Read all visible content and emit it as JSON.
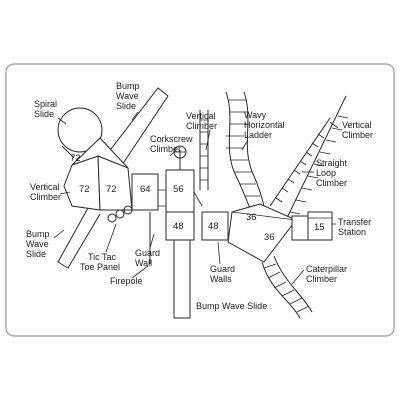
{
  "labels": {
    "spiral_slide": [
      "Spiral",
      "Slide"
    ],
    "bump_wave_slide_top": [
      "Bump",
      "Wave",
      "Slide"
    ],
    "corkscrew_climber": [
      "Corkscrew",
      "Climber"
    ],
    "vertical_climber_center": [
      "Vertical",
      "Climber"
    ],
    "wavy_horizontal_ladder": [
      "Wavy",
      "Horizontal",
      "Ladder"
    ],
    "vertical_climber_right": [
      "Vertical",
      "Climber"
    ],
    "vertical_climber_left": [
      "Vertical",
      "Climber"
    ],
    "straight_loop_climber": [
      "Straight",
      "Loop",
      "Climber"
    ],
    "transfer_station": [
      "Transfer",
      "Station"
    ],
    "bump_wave_slide_left": [
      "Bump",
      "Wave",
      "Slide"
    ],
    "tic_tac_toe_panel": [
      "Tic Tac",
      "Toe Panel"
    ],
    "guard_wall": [
      "Guard",
      "Wall"
    ],
    "guard_walls": [
      "Guard",
      "Walls"
    ],
    "caterpillar_climber": [
      "Caterpillar",
      "Climber"
    ],
    "firepole": [
      "Firepole"
    ],
    "bump_wave_slide_bottom": [
      "Bump Wave Slide"
    ]
  },
  "platform_heights": {
    "spiral": "72",
    "left_hex": "72",
    "center_hex": "72",
    "deck_64": "64",
    "deck_56": "56",
    "deck_48_left": "48",
    "deck_48_right": "48",
    "diamond_top": "36",
    "diamond_bottom": "36",
    "transfer": "15"
  }
}
